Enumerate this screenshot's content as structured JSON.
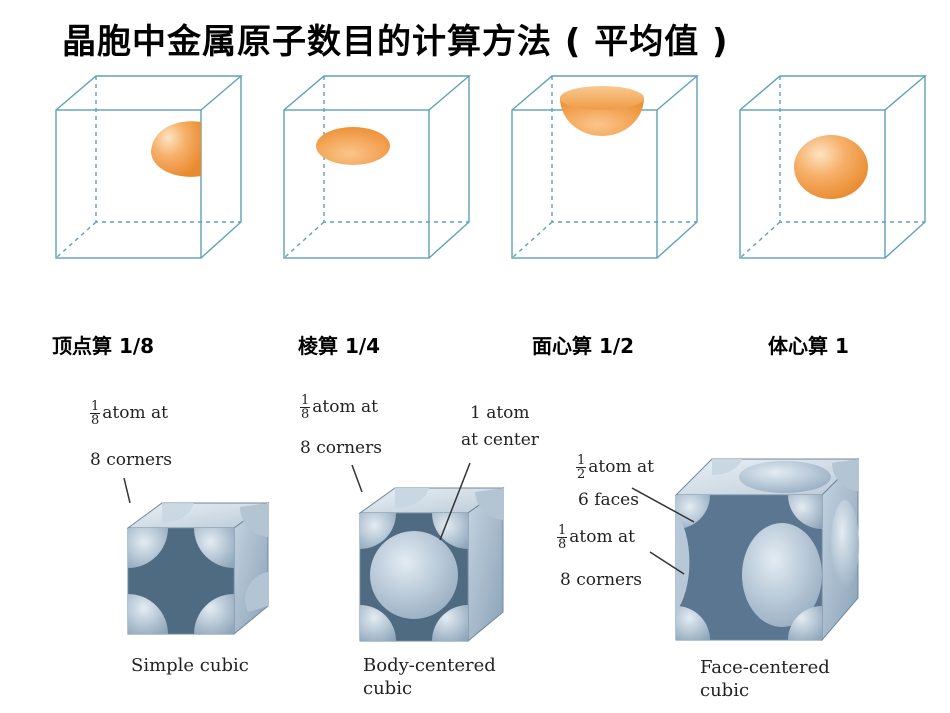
{
  "title": "晶胞中金属原子数目的计算方法 ( 平均值 )",
  "captions": [
    "顶点算 1/8",
    "棱算 1/4",
    "面心算 1/2",
    "体心算 1"
  ],
  "lattices": {
    "simple": {
      "name": "Simple cubic",
      "corner_label": {
        "num": "1",
        "den": "8",
        "text1": "atom at",
        "text2": "8 corners"
      }
    },
    "bcc": {
      "name_line1": "Body-centered",
      "name_line2": "cubic",
      "corner_label": {
        "num": "1",
        "den": "8",
        "text1": "atom at",
        "text2": "8 corners"
      },
      "center_label": {
        "line1": "1 atom",
        "line2": "at center"
      }
    },
    "fcc": {
      "name_line1": "Face-centered",
      "name_line2": "cubic",
      "face_label": {
        "num": "1",
        "den": "2",
        "text1": "atom at",
        "text2": "6 faces"
      },
      "corner_label": {
        "num": "1",
        "den": "8",
        "text1": "atom at",
        "text2": "8 corners"
      }
    }
  },
  "colors": {
    "edge": "#5ea1b6",
    "sphere": "#f0a24f",
    "atom": "#b8cbdc"
  }
}
